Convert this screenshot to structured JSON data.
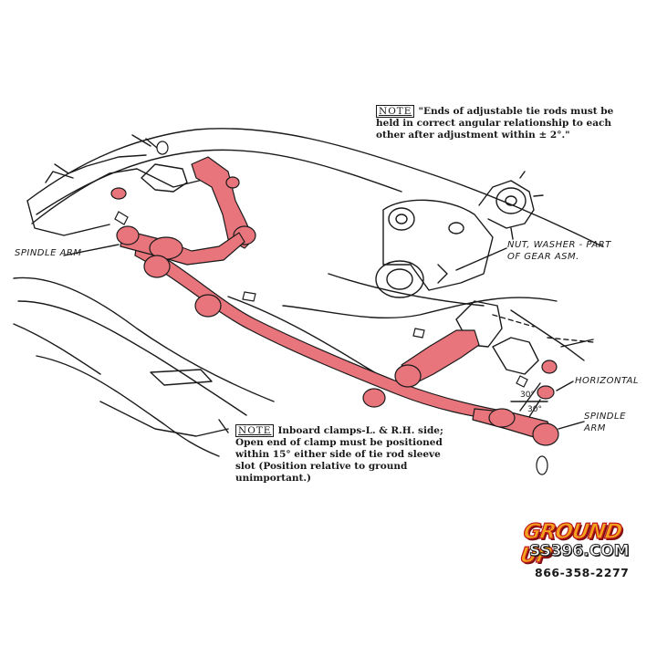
{
  "notes": {
    "top": {
      "tag": "NOTE",
      "text": "\"Ends of adjustable tie rods must be held in correct angular relationship to each other after adjustment within ± 2°.\""
    },
    "bottom": {
      "tag": "NOTE",
      "text": "Inboard clamps-L. & R.H. side; Open end of clamp must be positioned within 15° either side of tie rod sleeve slot (Position relative to ground unimportant.)"
    }
  },
  "labels": {
    "spindle_arm_left": "SPINDLE ARM",
    "nut_washer": "NUT, WASHER - PART OF GEAR ASM.",
    "horizontal": "HORIZONTAL",
    "spindle_arm_right": "SPINDLE ARM",
    "angle_a": "30°",
    "angle_b": "30°"
  },
  "logo": {
    "main": "GROUND UP",
    "site": "SS396.COM",
    "phone": "866-358-2277"
  },
  "colors": {
    "highlight": "#e8747c",
    "line": "#1a1a1a",
    "logo_orange": "#f2a21b",
    "logo_red": "#c0171e"
  }
}
